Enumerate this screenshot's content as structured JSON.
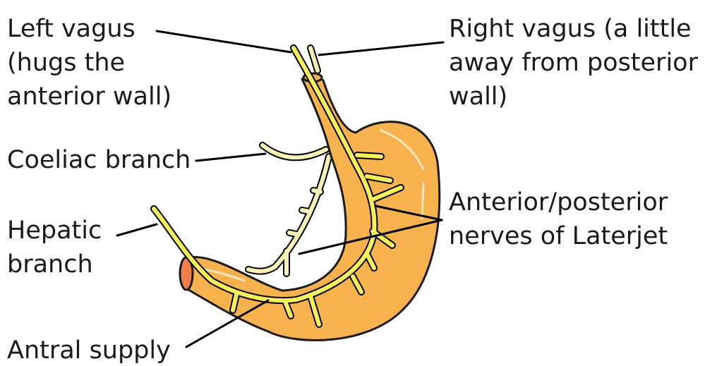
{
  "labels": {
    "left_vagus": [
      "Left vagus",
      "(hugs the",
      "anterior wall)"
    ],
    "right_vagus": [
      "Right vagus (a little",
      "away from posterior",
      "wall)"
    ],
    "coeliac_branch": [
      "Coeliac branch"
    ],
    "hepatic_branch": [
      "Hepatic",
      "branch"
    ],
    "laterjet": [
      "Anterior/posterior",
      "nerves of Laterjet"
    ],
    "antral_supply": [
      "Antral supply"
    ]
  },
  "colors": {
    "stomach": "#f7b24e",
    "duodenum_end": "#ef7e48",
    "anterior_nerve": "#f6f15a",
    "posterior_nerve": "#f7f1b6"
  }
}
